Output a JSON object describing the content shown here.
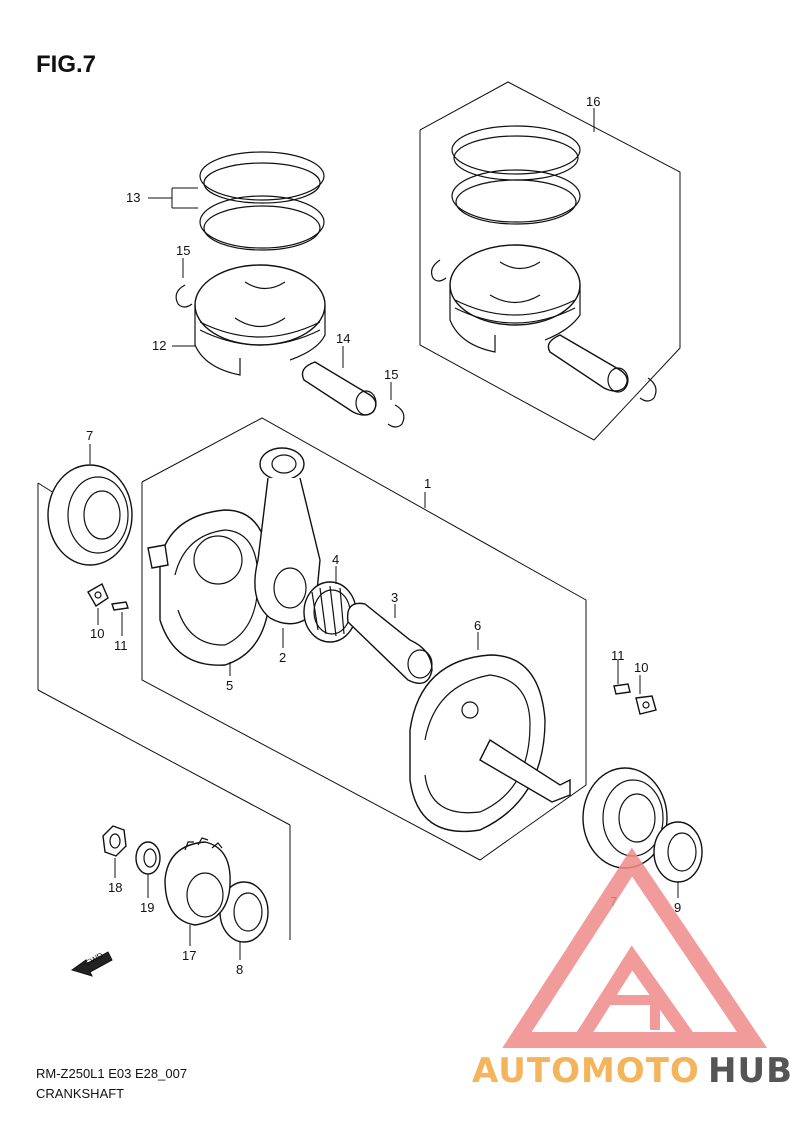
{
  "figure": {
    "title": "FIG.7",
    "model_code": "RM-Z250L1  E03  E28_007",
    "section_name": "CRANKSHAFT",
    "fwd_label": "FWD"
  },
  "callouts": {
    "c1": "1",
    "c2": "2",
    "c3": "3",
    "c4": "4",
    "c5": "5",
    "c6": "6",
    "c7a": "7",
    "c7b": "7",
    "c8": "8",
    "c9": "9",
    "c10a": "10",
    "c10b": "10",
    "c11a": "11",
    "c11b": "11",
    "c12": "12",
    "c13": "13",
    "c14": "14",
    "c15a": "15",
    "c15b": "15",
    "c16": "16",
    "c17": "17",
    "c18": "18",
    "c19": "19"
  },
  "watermark": {
    "brand_part1": "AUTOMOTO",
    "brand_part2": "HUB",
    "color_primary": "#f08a8a",
    "color_secondary": "#f3b45c",
    "color_dark": "#555555"
  }
}
